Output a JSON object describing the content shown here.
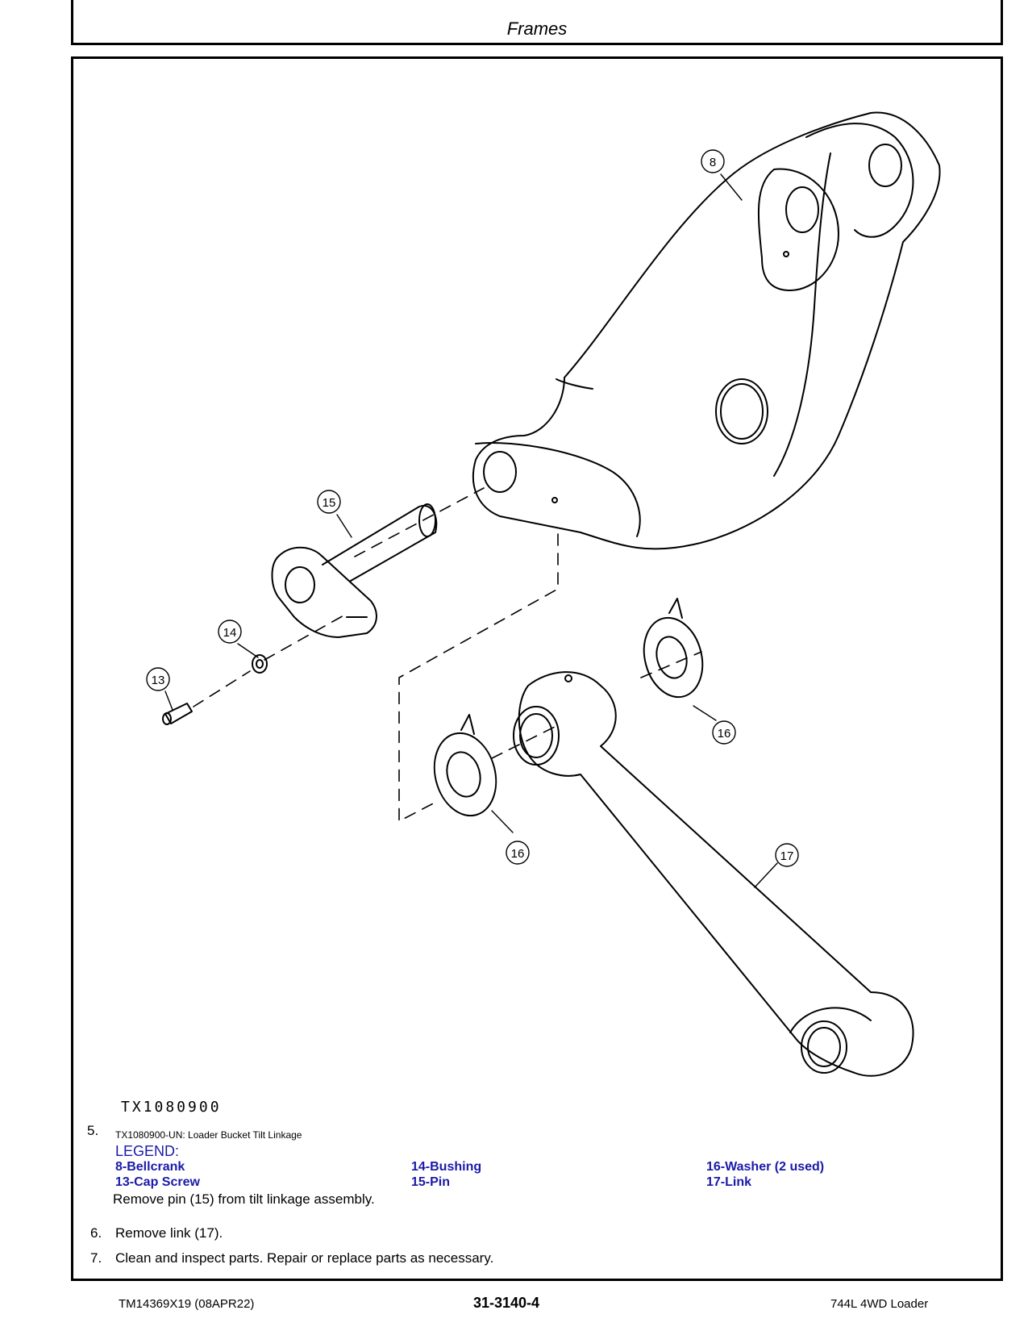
{
  "header": {
    "title": "Frames"
  },
  "figure": {
    "id": "TX1080900",
    "callouts": [
      "8",
      "15",
      "14",
      "13",
      "16",
      "16",
      "17"
    ]
  },
  "step5": {
    "number": "5.",
    "caption": "TX1080900-UN: Loader Bucket Tilt Linkage",
    "legend_title": "LEGEND:",
    "legend": [
      "8-Bellcrank",
      "13-Cap Screw",
      "14-Bushing",
      "15-Pin",
      "16-Washer (2 used)",
      "17-Link"
    ],
    "text": "Remove pin (15) from tilt linkage assembly."
  },
  "step6": {
    "number": "6.",
    "text": "Remove link (17)."
  },
  "step7": {
    "number": "7.",
    "text": "Clean and inspect parts. Repair or replace parts as necessary."
  },
  "footer": {
    "left": "TM14369X19 (08APR22)",
    "center": "31-3140-4",
    "right": "744L 4WD Loader"
  }
}
